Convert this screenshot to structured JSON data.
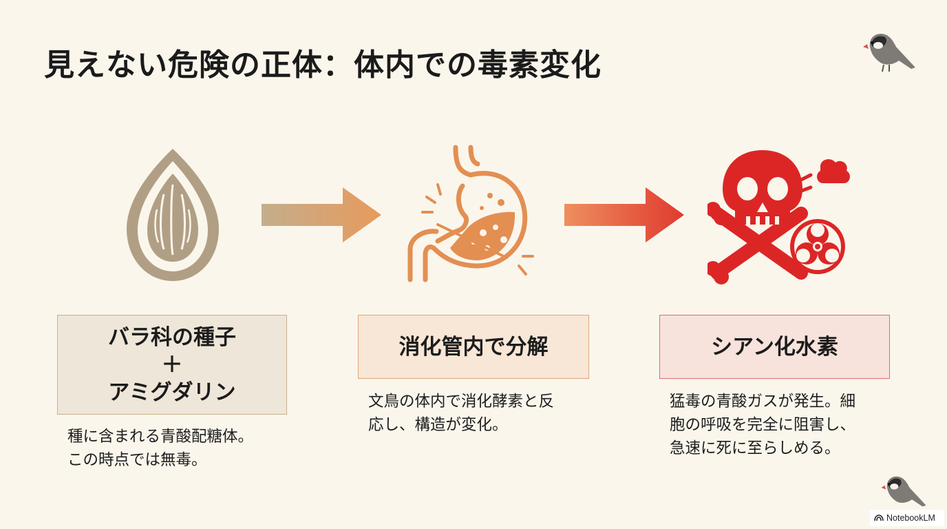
{
  "title": "見えない危険の正体：体内での毒素変化",
  "steps": [
    {
      "icon": "seed-icon",
      "box_lines": [
        "バラ科の種子",
        "＋",
        "アミグダリン"
      ],
      "desc_lines": [
        "種に含まれる青酸配糖体。",
        "この時点では無毒。"
      ]
    },
    {
      "icon": "stomach-icon",
      "box_lines": [
        "消化管内で分解"
      ],
      "desc_lines": [
        "文鳥の体内で消化酵素と反",
        "応し、構造が変化。"
      ]
    },
    {
      "icon": "skull-crossbones-icon",
      "box_lines": [
        "シアン化水素"
      ],
      "desc_lines": [
        "猛毒の青酸ガスが発生。細",
        "胞の呼吸を完全に阻害し、",
        "急速に死に至らしめる。"
      ]
    }
  ],
  "logo": "NotebookLM",
  "colors": {
    "background": "#faf6ec",
    "seed": "#b19f85",
    "stomach": "#e38f52",
    "toxin": "#dc2626"
  }
}
